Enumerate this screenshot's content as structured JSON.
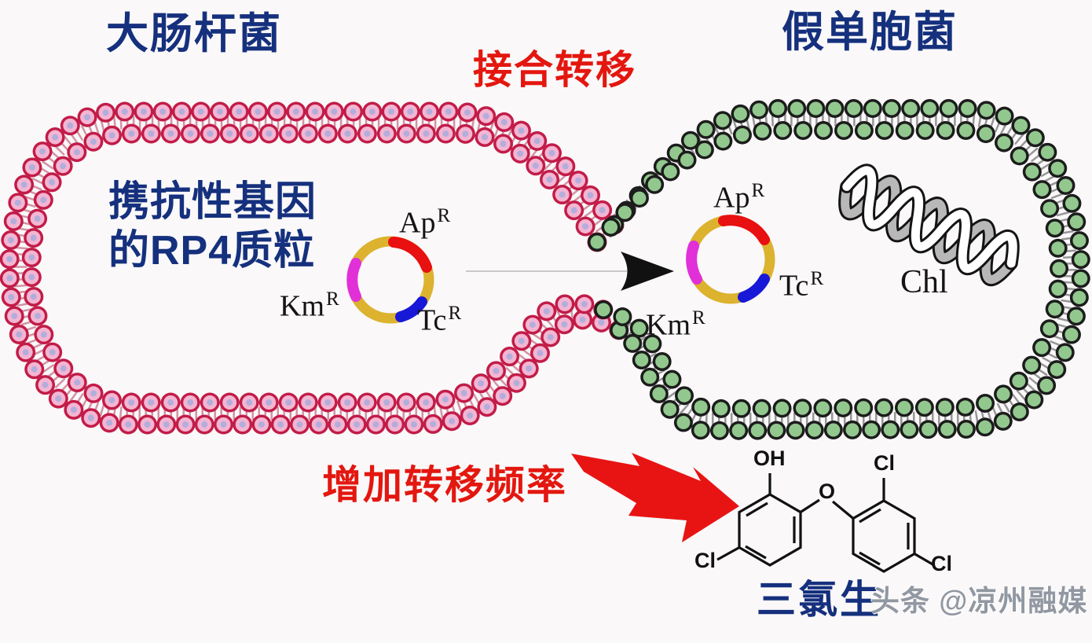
{
  "titles": {
    "left_cell": "大肠杆菌",
    "process": "接合转移",
    "right_cell": "假单胞菌"
  },
  "left_cell": {
    "description_line1": "携抗性基因",
    "description_line2": "的RP4质粒",
    "plasmid": {
      "ap_base": "Ap",
      "ap_sup": "R",
      "km_base": "Km",
      "km_sup": "R",
      "tc_base": "Tc",
      "tc_sup": "R"
    }
  },
  "right_cell": {
    "plasmid": {
      "ap_base": "Ap",
      "ap_sup": "R",
      "km_base": "Km",
      "km_sup": "R",
      "tc_base": "Tc",
      "tc_sup": "R"
    },
    "chromosome_label": "Chl"
  },
  "bottom": {
    "effect_label": "增加转移频率",
    "chemical_name": "三氯生",
    "molecule": {
      "oh": "OH",
      "ether_o": "O",
      "cl_top": "Cl",
      "cl_left": "Cl",
      "cl_right": "Cl"
    }
  },
  "watermark": "头条 @凉州融媒",
  "colors": {
    "title_blue": "#15307d",
    "accent_red": "#e3170f",
    "membrane_pink_outline": "#c21c48",
    "membrane_pink_fill": "#f3b6d2",
    "membrane_pink_core": "#b3addc",
    "membrane_green_fill": "#92c88e",
    "membrane_green_outline": "#1c1c1c",
    "plasmid_gold": "#dcb22e",
    "segment_red": "#e81010",
    "segment_magenta": "#e130d8",
    "segment_blue": "#1818d8",
    "chromosome_gray": "#b8b8b8"
  }
}
